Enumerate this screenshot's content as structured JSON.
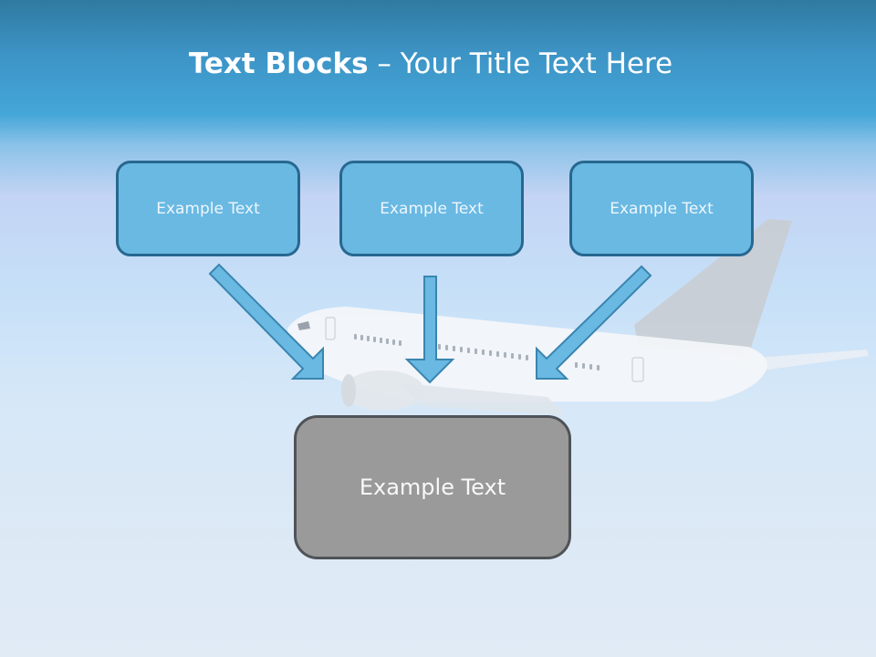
{
  "slide": {
    "title_bold": "Text Blocks",
    "title_separator": " – ",
    "title_rest": "Your Title Text Here"
  },
  "boxes": {
    "top": [
      {
        "label": "Example Text"
      },
      {
        "label": "Example Text"
      },
      {
        "label": "Example Text"
      }
    ],
    "bottom": {
      "label": "Example Text"
    }
  },
  "colors": {
    "header_blue": "#3d94c6",
    "box_fill": "#69b9e3",
    "box_border": "#276890",
    "center_box_fill": "#9a9a9a",
    "center_box_border": "#4f5357",
    "arrow_fill": "#69b9e3",
    "arrow_border": "#3a85b0"
  },
  "diagram": {
    "type": "converging-arrows",
    "nodes": [
      "top-left",
      "top-center",
      "top-right",
      "bottom-center"
    ],
    "edges": [
      [
        "top-left",
        "bottom-center"
      ],
      [
        "top-center",
        "bottom-center"
      ],
      [
        "top-right",
        "bottom-center"
      ]
    ]
  }
}
